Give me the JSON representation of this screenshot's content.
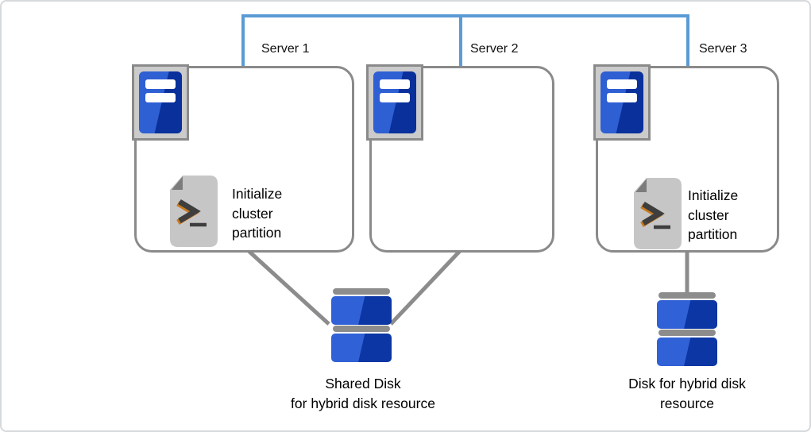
{
  "diagram": {
    "title_context": "cluster servers with hybrid disk resources",
    "servers": [
      {
        "label": "Server 1",
        "note": "Initialize\ncluster\npartition",
        "has_script": true
      },
      {
        "label": "Server 2",
        "note": "",
        "has_script": false
      },
      {
        "label": "Server 3",
        "note": "Initialize\ncluster\npartition",
        "has_script": true
      }
    ],
    "disks": [
      {
        "caption": "Shared Disk\nfor hybrid disk resource",
        "connected_to": "Server 1, Server 2"
      },
      {
        "caption": "Disk for hybrid disk\nresource",
        "connected_to": "Server 3"
      }
    ],
    "icons": {
      "server": "server-tower-icon",
      "script": "script-file-icon",
      "disk": "disk-stack-icon"
    },
    "colors": {
      "interconnect_blue": "#5b9bd5",
      "line_gray": "#8c8c8c",
      "box_border_gray": "#8a8a8a",
      "server_blue_light": "#2e5fd3",
      "server_blue_dark": "#09309b",
      "disk_blue_light": "#3161d6",
      "disk_blue_dark": "#0b36a4",
      "script_body_gray": "#c6c6c6",
      "script_fold_gray": "#7c7c7c",
      "prompt_dark": "#3e3e3e",
      "prompt_orange": "#c9791f"
    }
  }
}
